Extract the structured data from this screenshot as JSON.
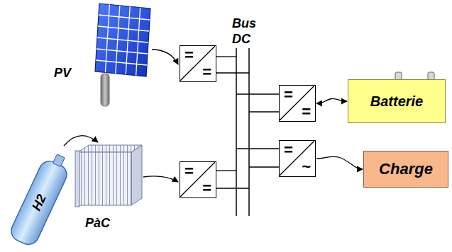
{
  "diagram": {
    "nodes": [
      {
        "text": [
          "=",
          "="
        ]
      },
      {
        "text": [
          "=",
          "="
        ]
      },
      {
        "text": [
          "Batterie"
        ]
      },
      {
        "text": [
          "=",
          "~"
        ]
      },
      {
        "text": [
          "Charge"
        ]
      },
      {
        "text": [
          "=",
          "="
        ]
      }
    ],
    "edges": [
      {
        "from": 1,
        "to": 2,
        "arrow": "both"
      },
      {
        "from": 3,
        "to": 4,
        "arrow": "to"
      }
    ],
    "labels": [
      "PV",
      "Bus DC",
      "H2",
      "PàC"
    ]
  }
}
